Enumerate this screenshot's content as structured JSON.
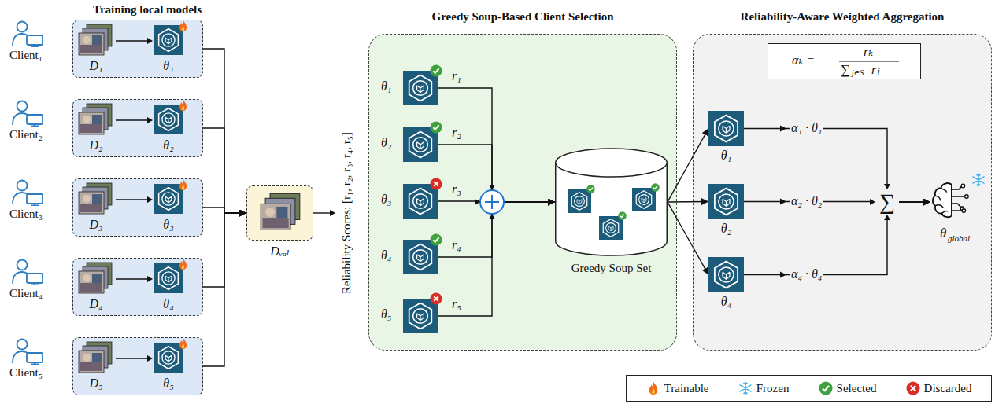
{
  "diagram": {
    "nodes": [
      {
        "text": [
          "D₁",
          "θ₁"
        ]
      },
      {
        "text": [
          "D₂",
          "θ₂"
        ]
      },
      {
        "text": [
          "D₃",
          "θ₃"
        ]
      },
      {
        "text": [
          "D₄",
          "θ₄"
        ]
      },
      {
        "text": [
          "D₅",
          "θ₅"
        ]
      },
      {
        "text": [
          "Dᵥₐₗ"
        ]
      },
      {
        "text": [
          "Greedy Soup-Based Client Selection"
        ]
      },
      {
        "text": [
          "θ₁"
        ],
        "in": 6
      },
      {
        "text": [
          "θ₂"
        ],
        "in": 6
      },
      {
        "text": [
          "θ₃"
        ],
        "in": 6
      },
      {
        "text": [
          "θ₄"
        ],
        "in": 6
      },
      {
        "text": [
          "θ₅"
        ],
        "in": 6
      },
      {
        "text": [
          "Greedy Soup Set"
        ],
        "in": 6
      },
      {
        "text": [
          "Reliability-Aware Weighted Aggregation"
        ]
      },
      {
        "text": [
          "αₖ =",
          "rₖ",
          "∑",
          "j∈S",
          "rⱼ"
        ],
        "in": 13
      },
      {
        "text": [
          "θ₁"
        ],
        "in": 13
      },
      {
        "text": [
          "θ₂"
        ],
        "in": 13
      },
      {
        "text": [
          "θ₄"
        ],
        "in": 13
      },
      {
        "text": [
          "θ",
          "global"
        ],
        "in": 13
      }
    ],
    "edges": [
      {
        "from": 0,
        "to": 5,
        "arrow": "to"
      },
      {
        "from": 1,
        "to": 5,
        "arrow": "to"
      },
      {
        "from": 2,
        "to": 5,
        "arrow": "to"
      },
      {
        "from": 3,
        "to": 5,
        "arrow": "to"
      },
      {
        "from": 4,
        "to": 5,
        "arrow": "to"
      },
      {
        "from": 7,
        "to": 12,
        "label": "r₁",
        "arrow": "to"
      },
      {
        "from": 8,
        "to": 12,
        "label": "r₂",
        "arrow": "to"
      },
      {
        "from": 9,
        "to": 12,
        "label": "r₃",
        "arrow": "to"
      },
      {
        "from": 10,
        "to": 12,
        "label": "r₄",
        "arrow": "to"
      },
      {
        "from": 11,
        "to": 12,
        "label": "r₅",
        "arrow": "to"
      },
      {
        "from": 12,
        "to": 15,
        "arrow": "to"
      },
      {
        "from": 12,
        "to": 16,
        "arrow": "to"
      },
      {
        "from": 12,
        "to": 17,
        "arrow": "to"
      },
      {
        "from": 15,
        "to": 18,
        "label": "α₁ · θ₁",
        "arrow": "to"
      },
      {
        "from": 16,
        "to": 18,
        "label": "α₂ · θ₂",
        "arrow": "to"
      },
      {
        "from": 17,
        "to": 18,
        "label": "α₄ · θ₄",
        "arrow": "to"
      }
    ],
    "labels": [
      "Training local models",
      "Client₁",
      "Client₂",
      "Client₃",
      "Client₄",
      "Client₅",
      "Reliability Scores: [r₁, r₂, r₃, r₄, r₅]",
      "∑"
    ],
    "legend": [
      {
        "text": "Trainable"
      },
      {
        "text": "Frozen"
      },
      {
        "text": "Selected"
      },
      {
        "text": "Discarded"
      }
    ]
  }
}
